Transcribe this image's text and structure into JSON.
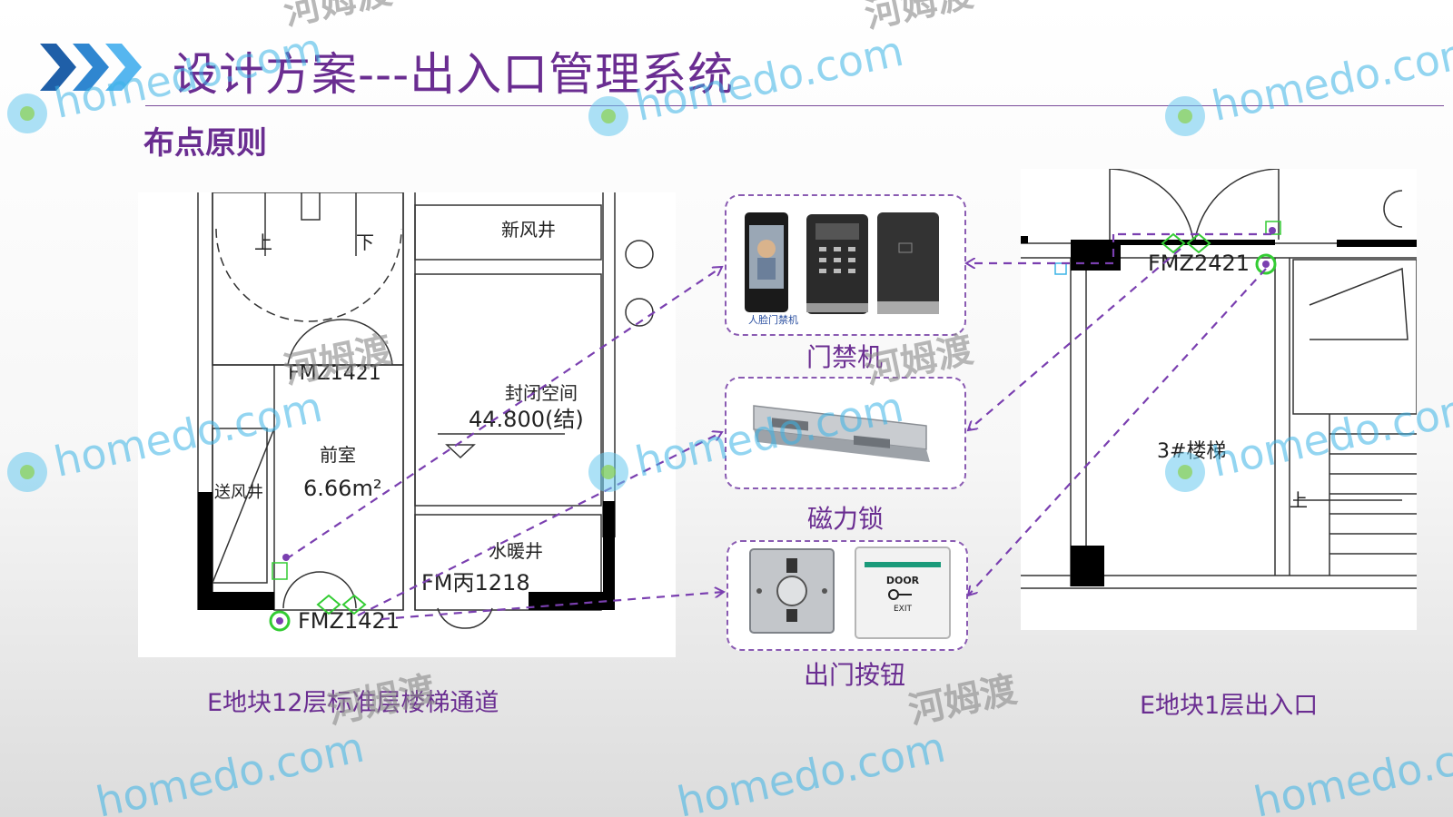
{
  "slide": {
    "title": "设计方案---出入口管理系统",
    "section_heading": "布点原则"
  },
  "left_plan": {
    "caption": "E地块12层标准层楼梯通道",
    "room_labels": {
      "up": "上",
      "down": "下",
      "fresh_air_shaft": "新风井",
      "door_code_top": "FMZ1421",
      "closed_space": "封闭空间",
      "elevation": "44.800(结)",
      "anteroom": "前室",
      "area": "6.66m²",
      "supply_air_shaft": "送风井",
      "water_heating_shaft": "水暖井",
      "door_code_right": "FM丙1218",
      "door_code_bottom": "FMZ1421"
    }
  },
  "devices": {
    "access_control": {
      "label": "门禁机",
      "caption_small": "人脸门禁机"
    },
    "magnetic_lock": {
      "label": "磁力锁"
    },
    "exit_button": {
      "label": "出门按钮",
      "door_text": "DOOR",
      "exit_text": "EXIT"
    }
  },
  "right_plan": {
    "caption": "E地块1层出入口",
    "room_labels": {
      "door_code": "FMZ2421",
      "stair": "3#楼梯",
      "up": "上"
    }
  },
  "watermark": {
    "site": "homedo.com",
    "cn": "河姆渡"
  },
  "colors": {
    "accent_purple": "#6a2d91",
    "dashed_connector": "#7a3fb0",
    "watermark_blue": "#3bb4e6",
    "device_marker_green": "#33cc33"
  }
}
